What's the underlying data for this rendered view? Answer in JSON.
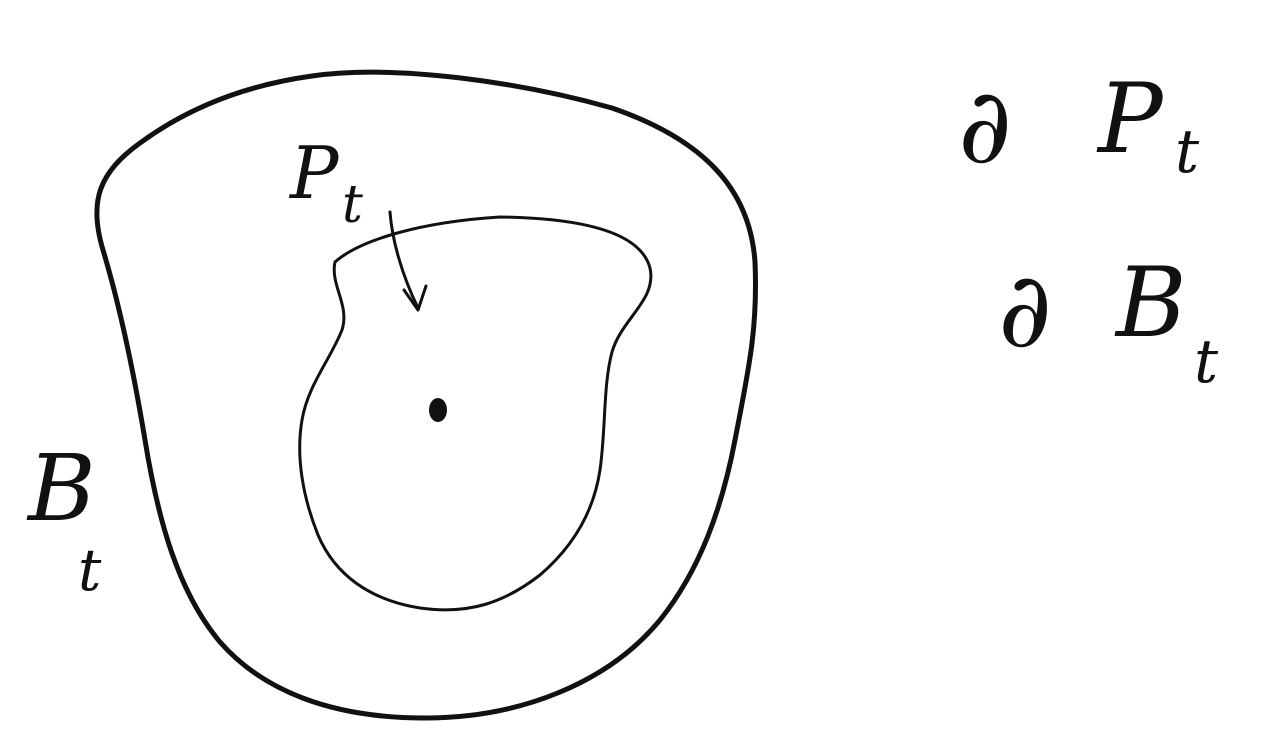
{
  "diagram": {
    "colors": {
      "region_fill": "#f8a19a",
      "ink": "#111111",
      "background": "#ffffff"
    },
    "labels": {
      "inner_region": {
        "base": "P",
        "sub": "t"
      },
      "outer_region": {
        "base": "B",
        "sub": "t"
      },
      "boundary_inner": {
        "prefix": "∂",
        "base": "P",
        "sub": "t"
      },
      "boundary_outer": {
        "prefix": "∂",
        "base": "B",
        "sub": "t"
      }
    }
  }
}
